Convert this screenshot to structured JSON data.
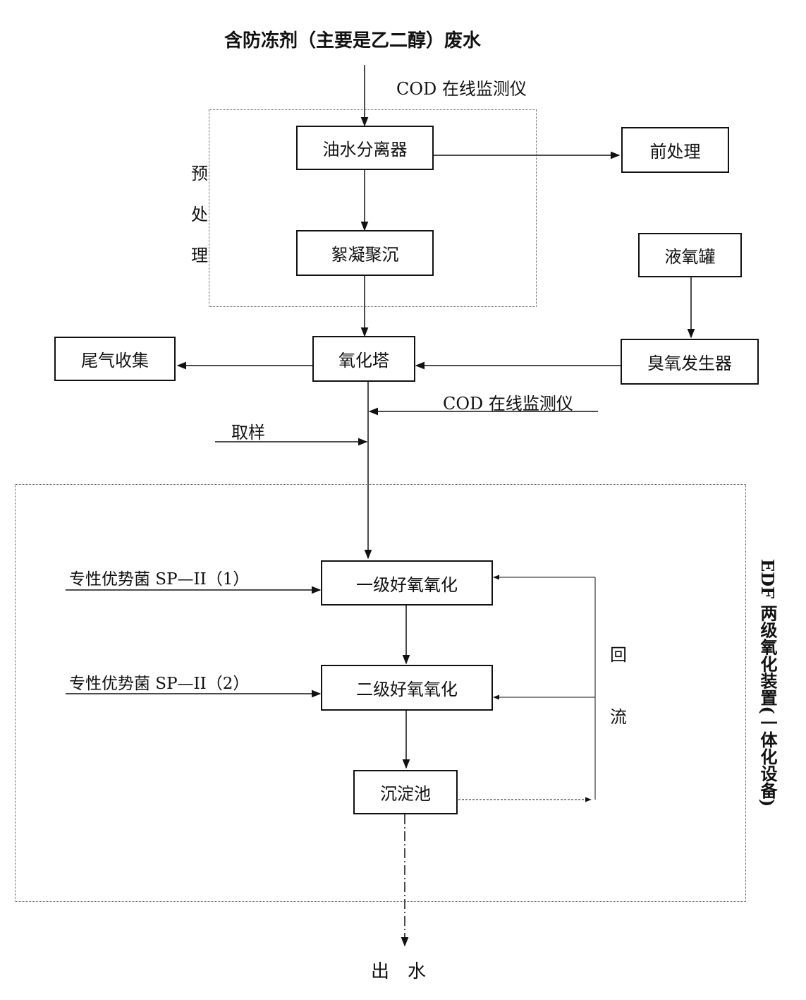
{
  "title": "含防冻剂（主要是乙二醇）废水",
  "labels": {
    "cod_monitor_1": "COD 在线监测仪",
    "cod_monitor_2": "COD 在线监测仪",
    "sampling": "取样",
    "bacteria_1": "专性优势菌 SP—II（1）",
    "bacteria_2": "专性优势菌 SP—II（2）",
    "reflux_1": "回",
    "reflux_2": "流",
    "pre_1": "预",
    "pre_2": "处",
    "pre_3": "理",
    "outlet": "出　水",
    "edf_region": "EDF 两级氧化装置(一体化设备)"
  },
  "boxes": {
    "oil_water_separator": "油水分离器",
    "pretreatment": "前处理",
    "flocculation": "絮凝聚沉",
    "liquid_oxygen_tank": "液氧罐",
    "tail_gas_collection": "尾气收集",
    "oxidation_tower": "氧化塔",
    "ozone_generator": "臭氧发生器",
    "aerobic_1": "一级好氧氧化",
    "aerobic_2": "二级好氧氧化",
    "sedimentation_tank": "沉淀池"
  }
}
